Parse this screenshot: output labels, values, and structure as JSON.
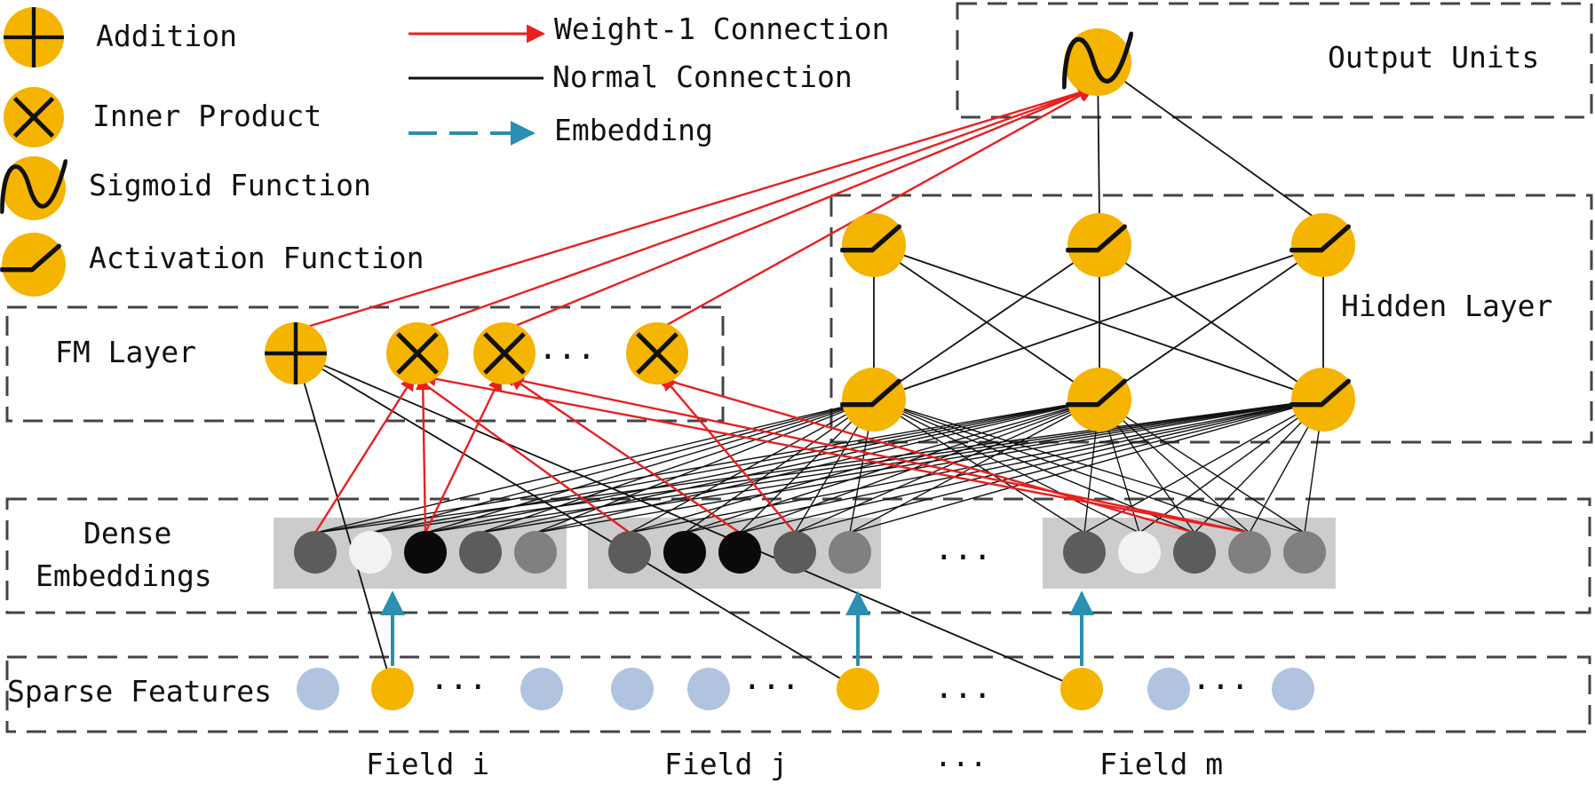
{
  "legend": {
    "addition": "Addition",
    "inner_product": "Inner Product",
    "sigmoid": "Sigmoid Function",
    "activation": "Activation Function",
    "weight1": "Weight-1 Connection",
    "normal": "Normal Connection",
    "embedding": "Embedding"
  },
  "layers": {
    "output": "Output Units",
    "hidden": "Hidden Layer",
    "fm": "FM Layer",
    "dense_line1": "Dense",
    "dense_line2": "Embeddings",
    "sparse": "Sparse Features"
  },
  "fields": {
    "i": "Field i",
    "j": "Field j",
    "m": "Field m",
    "ellipsis": "···"
  },
  "ellipsis": "···",
  "colors": {
    "node": "#f5b400",
    "sparse_off": "#b0c4df",
    "weight1": "#e82020",
    "embedding": "#2a8fb0",
    "dense_box": "#cccccc"
  }
}
